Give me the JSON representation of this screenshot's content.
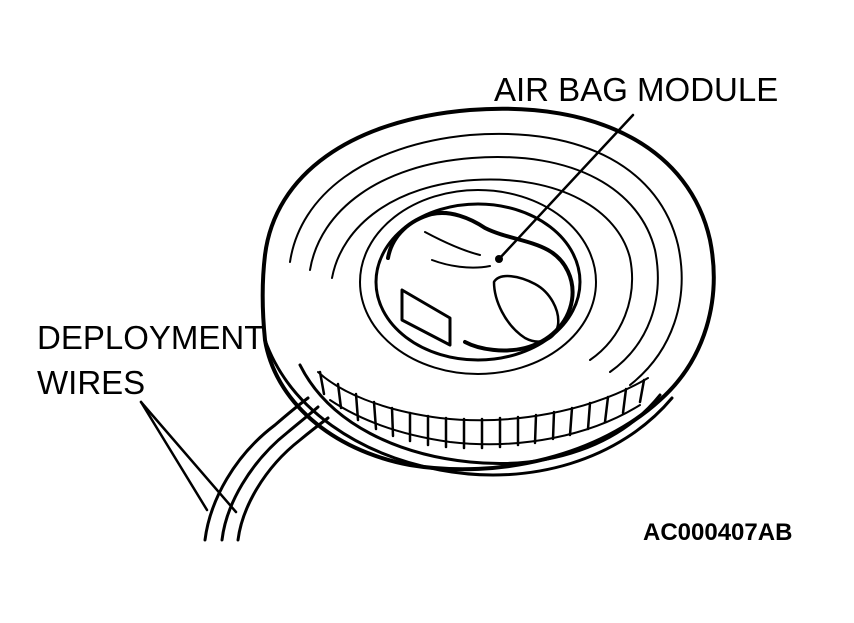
{
  "labels": {
    "air_bag_module": "AIR BAG MODULE",
    "deployment_line1": "DEPLOYMENT",
    "deployment_line2": "WIRES",
    "figure_code": "AC000407AB"
  }
}
